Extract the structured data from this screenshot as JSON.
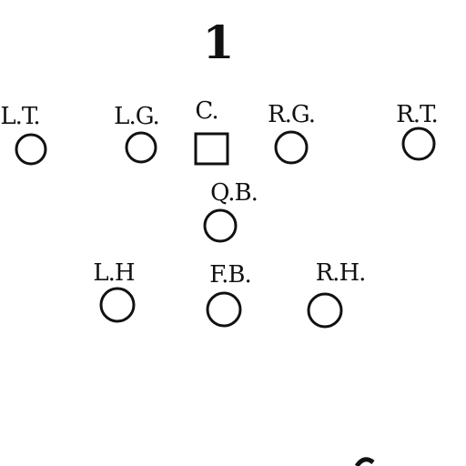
{
  "play": {
    "number": "1"
  },
  "players": {
    "lt": {
      "label": "L.T.",
      "marker": "circle"
    },
    "lg": {
      "label": "L.G.",
      "marker": "circle"
    },
    "c": {
      "label": "C.",
      "marker": "square"
    },
    "rg": {
      "label": "R.G.",
      "marker": "circle"
    },
    "rt": {
      "label": "R.T.",
      "marker": "circle"
    },
    "qb": {
      "label": "Q.B.",
      "marker": "circle"
    },
    "lh": {
      "label": "L.H",
      "marker": "circle"
    },
    "fb": {
      "label": "F.B.",
      "marker": "circle"
    },
    "rh": {
      "label": "R.H.",
      "marker": "circle"
    }
  },
  "colors": {
    "ink": "#111111",
    "paper": "#ffffff"
  }
}
